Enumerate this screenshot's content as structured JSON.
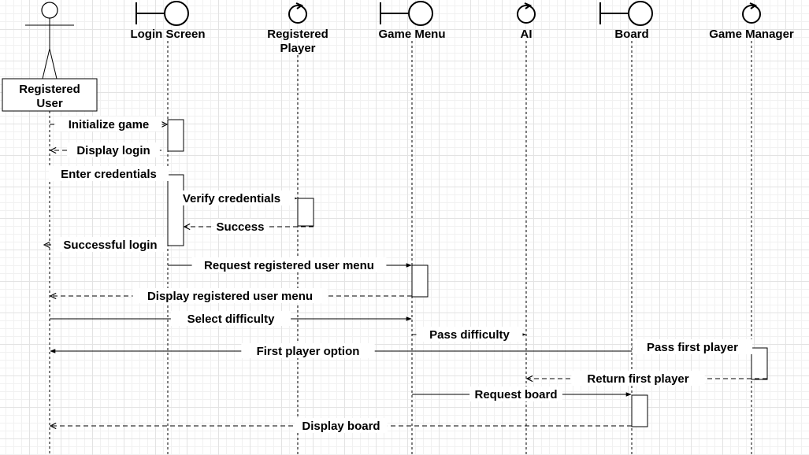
{
  "participants": [
    {
      "id": "user",
      "label_lines": [
        "Registered",
        "User"
      ],
      "kind": "actor"
    },
    {
      "id": "login",
      "label_lines": [
        "Login Screen"
      ],
      "kind": "boundary"
    },
    {
      "id": "regplayer",
      "label_lines": [
        "Registered",
        "Player"
      ],
      "kind": "control"
    },
    {
      "id": "menu",
      "label_lines": [
        "Game Menu"
      ],
      "kind": "boundary"
    },
    {
      "id": "ai",
      "label_lines": [
        "AI"
      ],
      "kind": "control"
    },
    {
      "id": "board",
      "label_lines": [
        "Board"
      ],
      "kind": "boundary"
    },
    {
      "id": "manager",
      "label_lines": [
        "Game Manager"
      ],
      "kind": "control"
    }
  ],
  "messages": [
    {
      "label": "Initialize game",
      "from": "user",
      "to": "login",
      "type": "async"
    },
    {
      "label": "Display login",
      "from": "login",
      "to": "user",
      "type": "return"
    },
    {
      "label": "Enter credentials",
      "from": "user",
      "to": "login",
      "type": "sync"
    },
    {
      "label": "Verify credentials",
      "from": "login",
      "to": "regplayer",
      "type": "sync"
    },
    {
      "label": "Success",
      "from": "regplayer",
      "to": "login",
      "type": "return"
    },
    {
      "label": "Successful login",
      "from": "login",
      "to": "user",
      "type": "return"
    },
    {
      "label": "Request registered user menu",
      "from": "login",
      "to": "menu",
      "type": "sync"
    },
    {
      "label": "Display registered user menu",
      "from": "menu",
      "to": "user",
      "type": "return"
    },
    {
      "label": "Select difficulty",
      "from": "user",
      "to": "menu",
      "type": "sync"
    },
    {
      "label": "Pass difficulty",
      "from": "menu",
      "to": "ai",
      "type": "sync"
    },
    {
      "label": "First player option",
      "from": "board",
      "to": "user",
      "type": "sync"
    },
    {
      "label": "Pass first player",
      "from": "board",
      "to": "manager",
      "type": "sync"
    },
    {
      "label": "Return first player",
      "from": "manager",
      "to": "ai",
      "type": "return"
    },
    {
      "label": "Request board",
      "from": "menu",
      "to": "board",
      "type": "sync"
    },
    {
      "label": "Display board",
      "from": "board",
      "to": "user",
      "type": "return"
    }
  ]
}
